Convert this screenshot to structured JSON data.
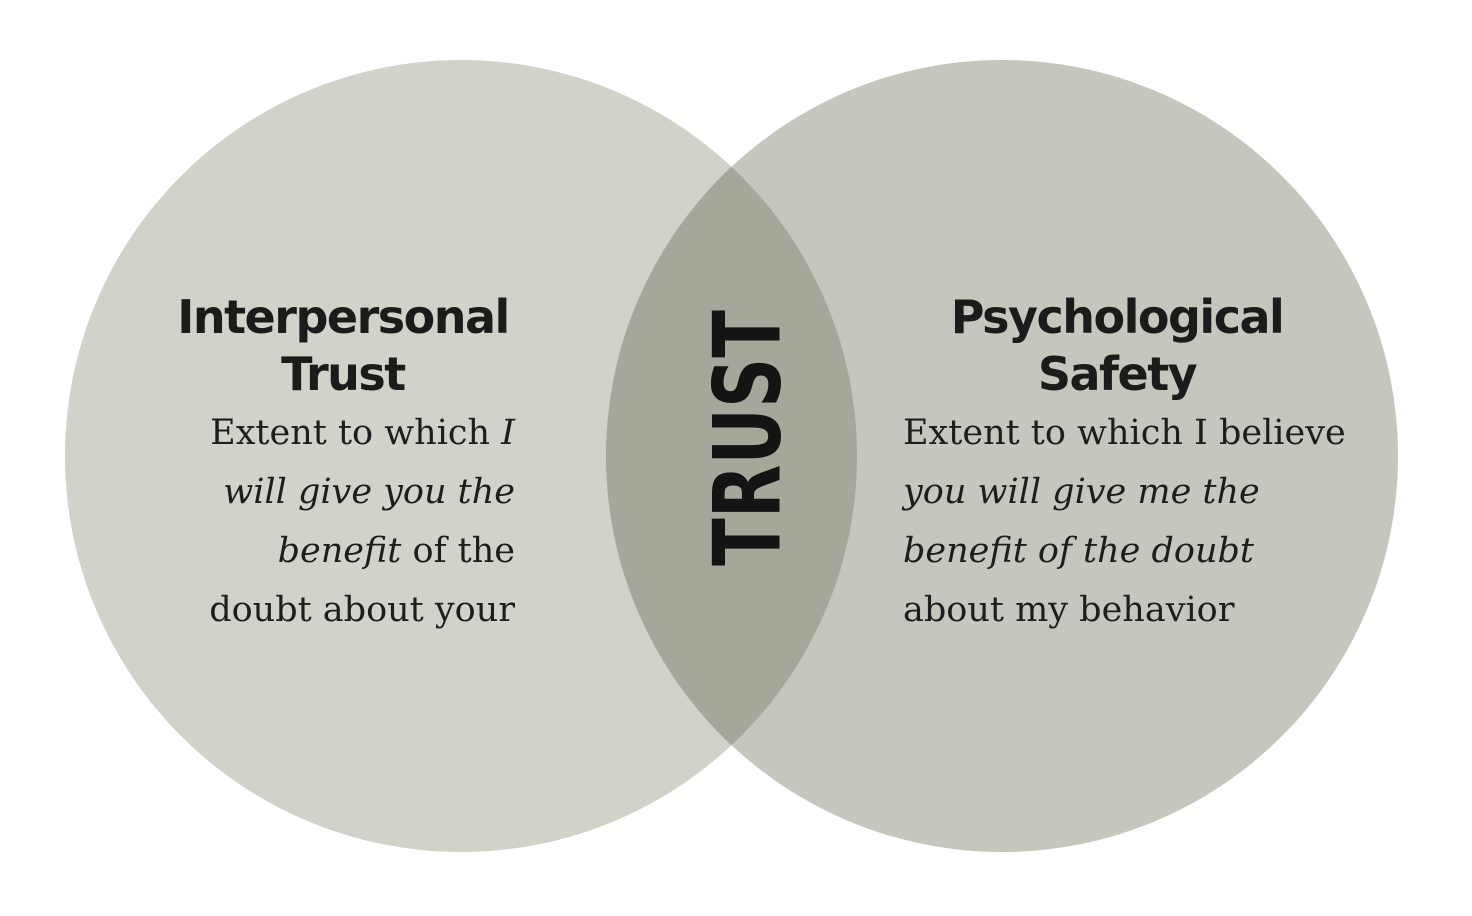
{
  "colors": {
    "background": "#ffffff",
    "left_circle_fill": "#d2d2cb",
    "right_circle_fill": "#c6c6bf",
    "overlap_fill": "#a6a69a",
    "text": "#1b1b1b"
  },
  "diagram": {
    "type": "venn",
    "left_circle": {
      "title_lines": [
        "Interpersonal",
        "Trust"
      ],
      "body_lines": [
        [
          {
            "t": "Extent to which "
          },
          {
            "t": "I",
            "i": true
          }
        ],
        [
          {
            "t": "will give you the",
            "i": true
          }
        ],
        [
          {
            "t": "benefit",
            "i": true
          },
          {
            "t": " of the"
          }
        ],
        [
          {
            "t": "doubt about your"
          }
        ]
      ]
    },
    "right_circle": {
      "title_lines": [
        "Psychological",
        "Safety"
      ],
      "body_lines": [
        [
          {
            "t": "Extent to which I believe"
          }
        ],
        [
          {
            "t": "you will give me the",
            "i": true
          }
        ],
        [
          {
            "t": "benefit of the doubt",
            "i": true
          }
        ],
        [
          {
            "t": "about my behavior"
          }
        ]
      ]
    },
    "overlap": {
      "label": "TRUST"
    }
  }
}
